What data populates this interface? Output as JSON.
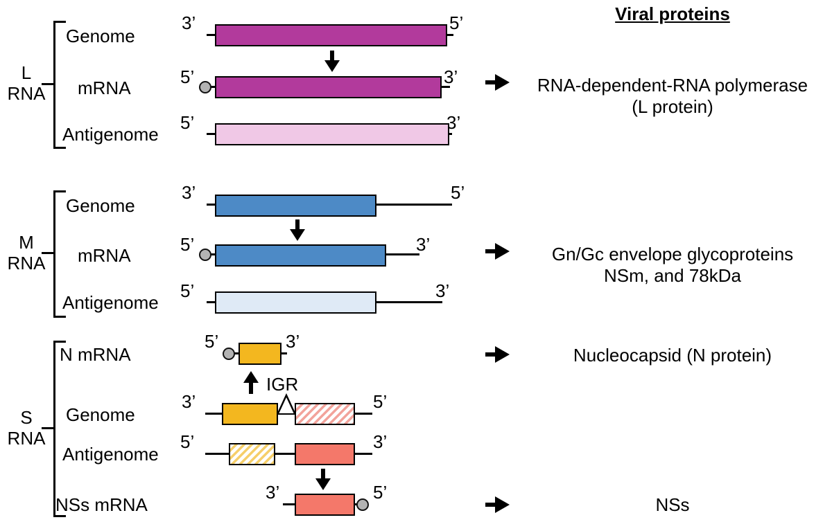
{
  "header": {
    "title": "Viral proteins"
  },
  "prime_labels": {
    "three": "3’",
    "five": "5’"
  },
  "row_labels": {
    "genome": "Genome",
    "mrna": "mRNA",
    "antigenome": "Antigenome",
    "n_mrna": "N mRNA",
    "nss_mrna": "NSs mRNA"
  },
  "igr_label": "IGR",
  "segments": {
    "l": {
      "name_line1": "L",
      "name_line2": "RNA",
      "protein_line1": "RNA-dependent-RNA polymerase",
      "protein_line2": "(L protein)"
    },
    "m": {
      "name_line1": "M",
      "name_line2": "RNA",
      "protein_line1": "Gn/Gc envelope glycoproteins",
      "protein_line2": "NSm, and 78kDa"
    },
    "s": {
      "name_line1": "S",
      "name_line2": "RNA",
      "protein_n": "Nucleocapsid (N protein)",
      "protein_nss": "NSs"
    }
  },
  "colors": {
    "l_rna": "#b23a9c",
    "l_antigenome": "#f0c8e6",
    "m_rna": "#4d8ac6",
    "m_antigenome": "#dfeaf6",
    "n_gene": "#f3b71f",
    "nss_gene": "#f4786a",
    "hatch_red_stripe": "#f2a39b",
    "hatch_yellow_stripe": "#f6cf6a",
    "cap_gray": "#b3b3b3",
    "outline": "#000000"
  }
}
